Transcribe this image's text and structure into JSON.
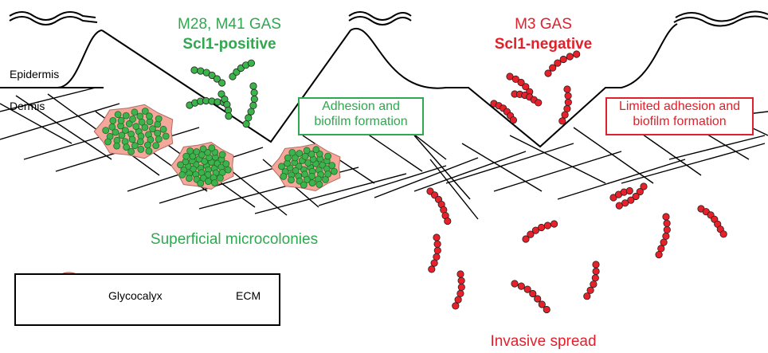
{
  "left": {
    "strain": "M28, M41 GAS",
    "phenotype": "Scl1-positive",
    "effect": "Adhesion and\nbiofilm formation",
    "outcome": "Superficial microcolonies"
  },
  "right": {
    "strain": "M3 GAS",
    "phenotype": "Scl1-negative",
    "effect": "Limited adhesion and\nbiofilm formation",
    "outcome": "Invasive spread"
  },
  "layers": {
    "epidermis": "Epidermis",
    "dermis": "Dermis"
  },
  "legend": {
    "glycocalyx": "Glycocalyx",
    "ecm": "ECM"
  },
  "colors": {
    "scl1_positive": "#2fa84f",
    "scl1_negative": "#e0202a",
    "glycocalyx_fill": "#f4a79a",
    "bacterium_green": "#3cb44b",
    "bacterium_red": "#e8202a"
  }
}
